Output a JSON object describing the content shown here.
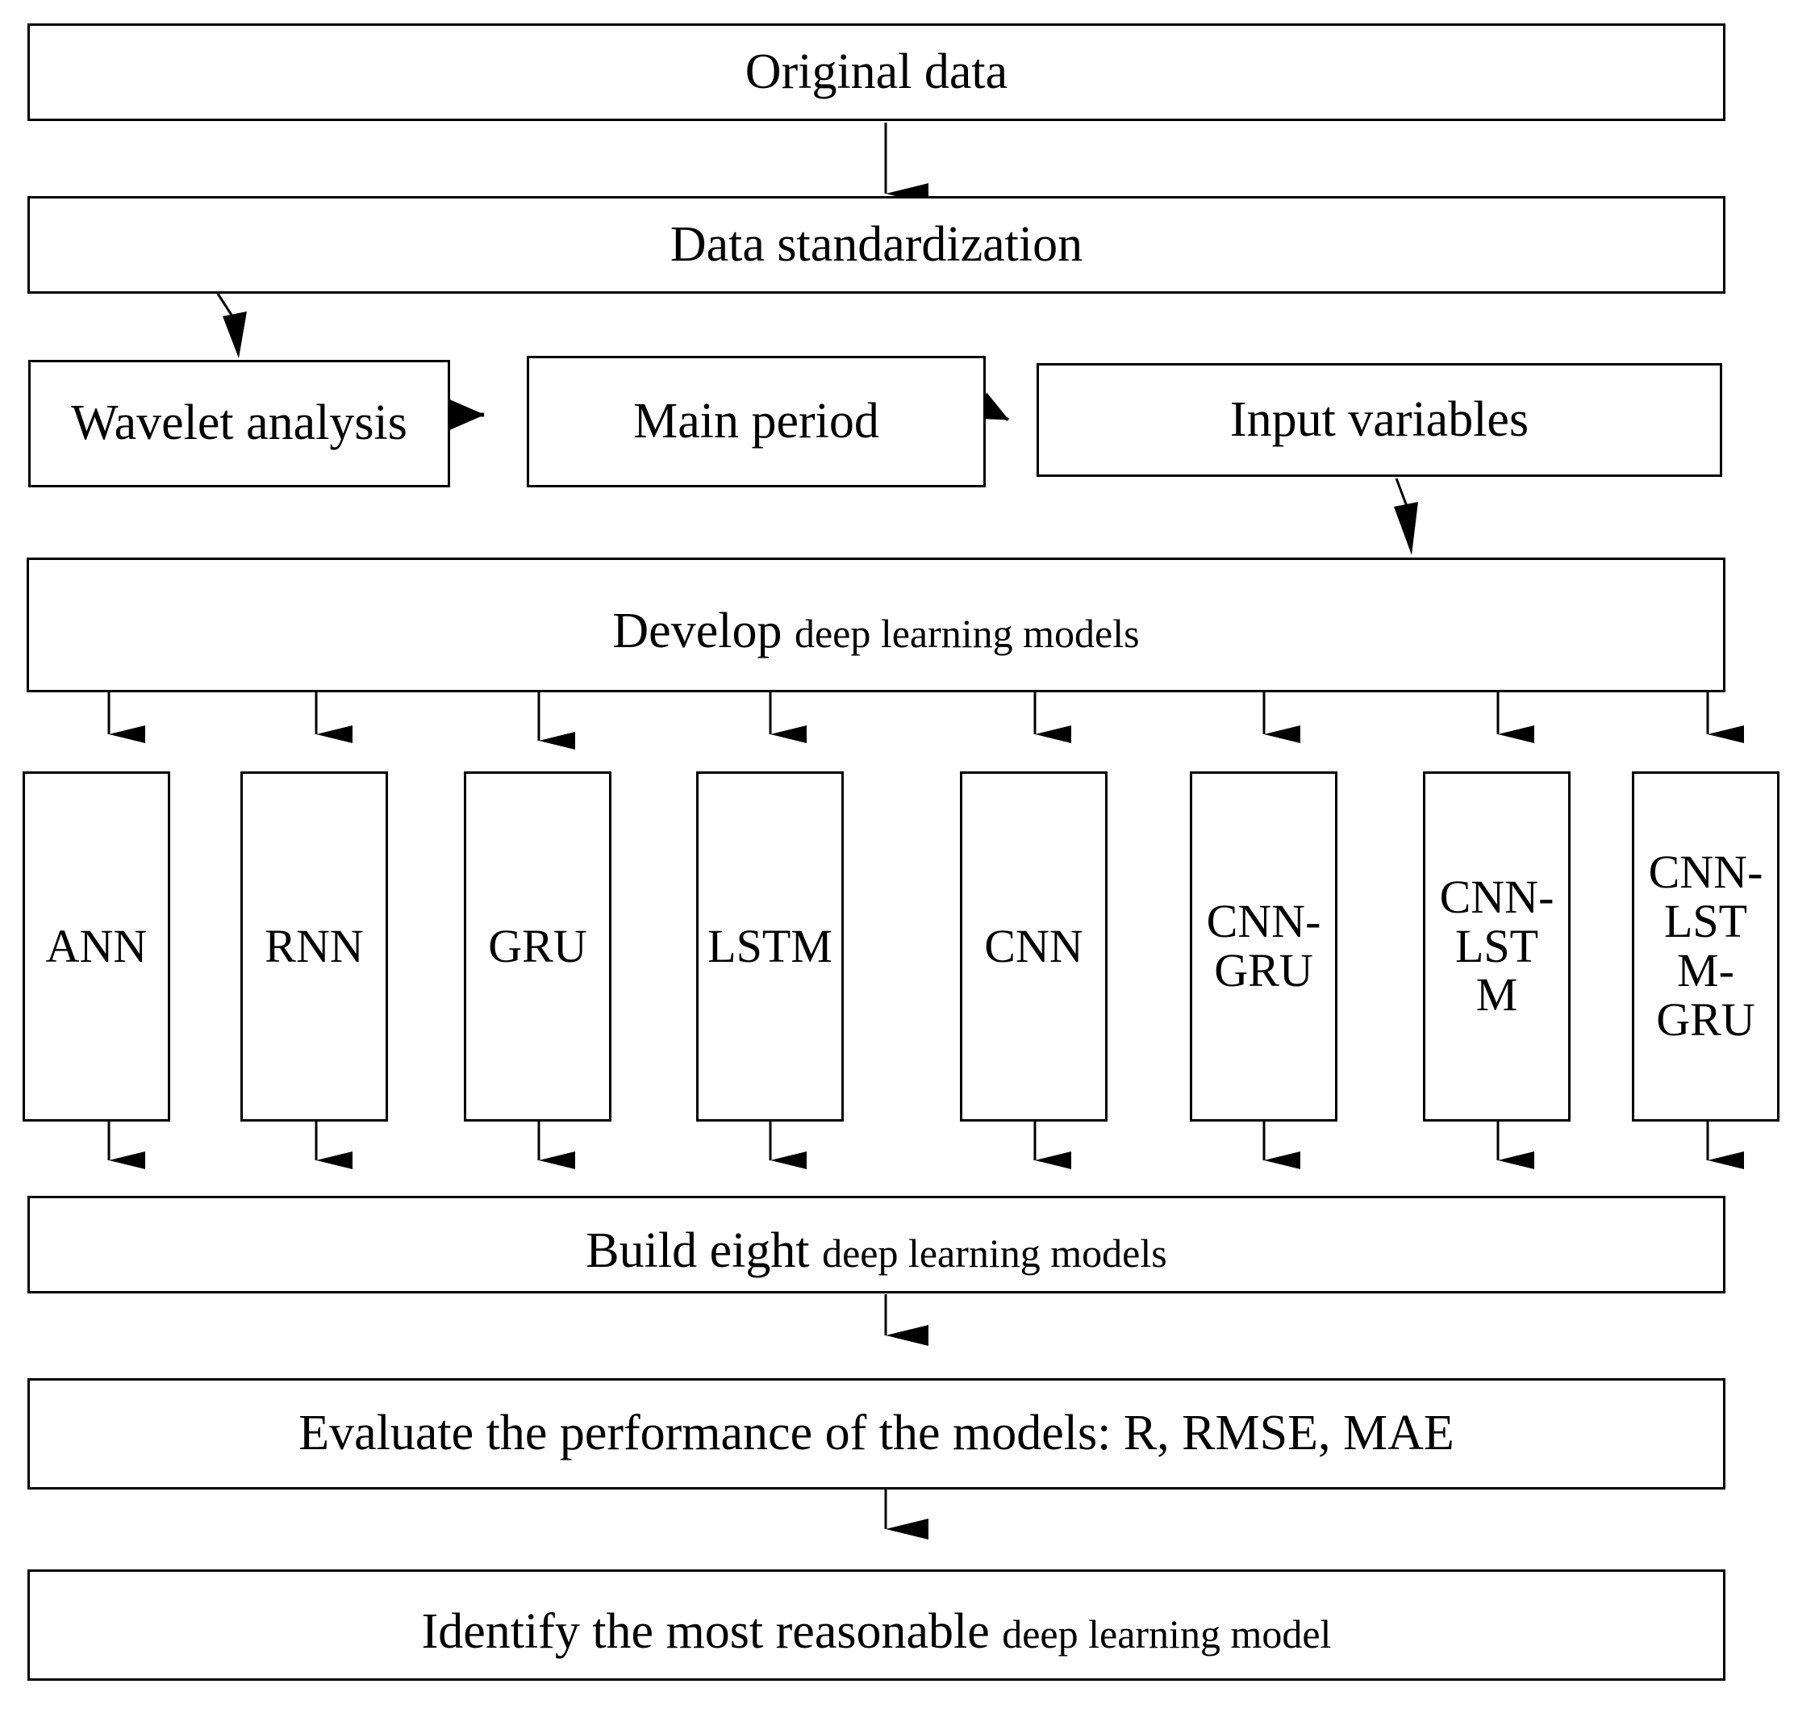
{
  "diagram": {
    "title": "Deep learning modelling workflow flowchart",
    "stroke_color": "#000000",
    "fill_color": "#ffffff",
    "nodes": {
      "original_data": "Original data",
      "data_standardization": "Data standardization",
      "wavelet_analysis": "Wavelet analysis",
      "main_period": "Main period",
      "input_variables": "Input variables",
      "develop_models_part1": "Develop ",
      "develop_models_part2": "deep learning models",
      "build_models_part1": "Build eight  ",
      "build_models_part2": "deep learning models",
      "evaluate_models": "Evaluate the performance of the models: R, RMSE, MAE",
      "identify_model_part1": "Identify the most reasonable ",
      "identify_model_part2": "deep learning model"
    },
    "models": [
      {
        "id": "ann",
        "label": "ANN"
      },
      {
        "id": "rnn",
        "label": "RNN"
      },
      {
        "id": "gru",
        "label": "GRU"
      },
      {
        "id": "lstm",
        "label": "LSTM"
      },
      {
        "id": "cnn",
        "label": "CNN"
      },
      {
        "id": "cnn-gru",
        "label": "CNN-\nGRU"
      },
      {
        "id": "cnn-lstm",
        "label": "CNN-\nLST\nM"
      },
      {
        "id": "cnn-lstm-gru",
        "label": "CNN-\nLST\nM-\nGRU"
      }
    ]
  }
}
